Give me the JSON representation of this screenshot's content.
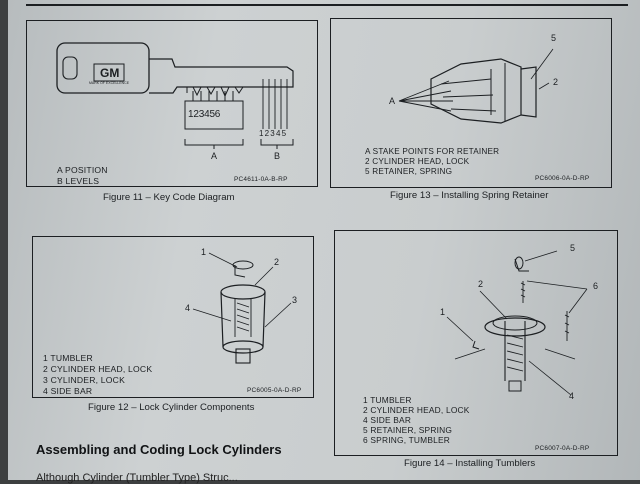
{
  "figures": {
    "fig11": {
      "caption": "Figure 11 – Key Code Diagram",
      "code": "PC4611-0A-B-RP",
      "legend": [
        "A  POSITION",
        "B  LEVELS"
      ],
      "positions": "123456",
      "levels": "12345",
      "label_a": "A",
      "label_b": "B",
      "logo": "GM",
      "logo_sub": "MARK OF EXCELLENCE"
    },
    "fig13": {
      "caption": "Figure 13 – Installing Spring Retainer",
      "code": "PC6006-0A-D-RP",
      "legend": [
        "A  STAKE POINTS FOR RETAINER",
        "2  CYLINDER HEAD, LOCK",
        "5  RETAINER, SPRING"
      ],
      "callouts": [
        "A",
        "5",
        "2"
      ]
    },
    "fig12": {
      "caption": "Figure 12 – Lock Cylinder Components",
      "code": "PC6005-0A-D-RP",
      "legend": [
        "1  TUMBLER",
        "2  CYLINDER HEAD, LOCK",
        "3  CYLINDER, LOCK",
        "4  SIDE BAR"
      ],
      "callouts": [
        "1",
        "2",
        "4",
        "3"
      ]
    },
    "fig14": {
      "caption": "Figure 14 – Installing Tumblers",
      "code": "PC6007-0A-D-RP",
      "legend": [
        "1  TUMBLER",
        "2  CYLINDER HEAD, LOCK",
        "4  SIDE BAR",
        "5  RETAINER, SPRING",
        "6  SPRING, TUMBLER"
      ],
      "callouts": [
        "5",
        "2",
        "6",
        "1",
        "4"
      ]
    }
  },
  "section_heading": "Assembling and Coding Lock Cylinders",
  "cutoff_text": "Although Cylinder (Tumbler Type) Struc..."
}
